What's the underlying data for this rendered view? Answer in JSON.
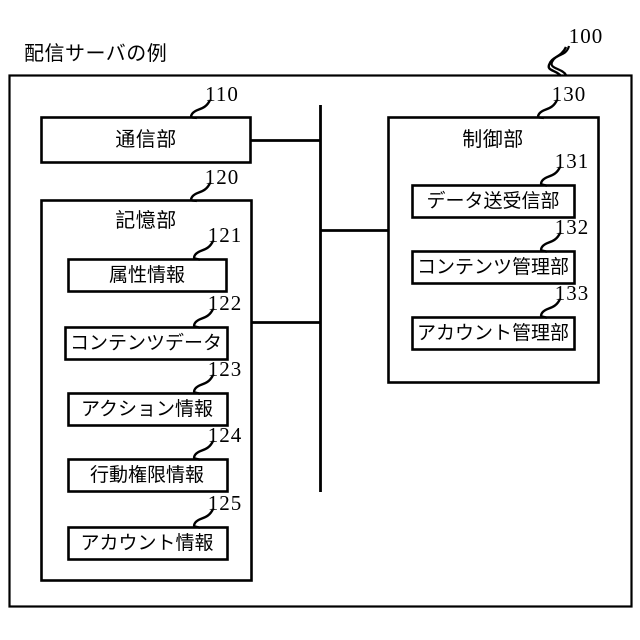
{
  "figure": {
    "caption": "配信サーバの例",
    "outer_ref": "100",
    "stroke_color": "#000000",
    "background_color": "#ffffff"
  },
  "blocks": {
    "communication": {
      "ref": "110",
      "label": "通信部"
    },
    "storage": {
      "ref": "120",
      "label": "記憶部",
      "items": [
        {
          "ref": "121",
          "label": "属性情報"
        },
        {
          "ref": "122",
          "label": "コンテンツデータ"
        },
        {
          "ref": "123",
          "label": "アクション情報"
        },
        {
          "ref": "124",
          "label": "行動権限情報"
        },
        {
          "ref": "125",
          "label": "アカウント情報"
        }
      ]
    },
    "control": {
      "ref": "130",
      "label": "制御部",
      "items": [
        {
          "ref": "131",
          "label": "データ送受信部"
        },
        {
          "ref": "132",
          "label": "コンテンツ管理部"
        },
        {
          "ref": "133",
          "label": "アカウント管理部"
        }
      ]
    }
  }
}
